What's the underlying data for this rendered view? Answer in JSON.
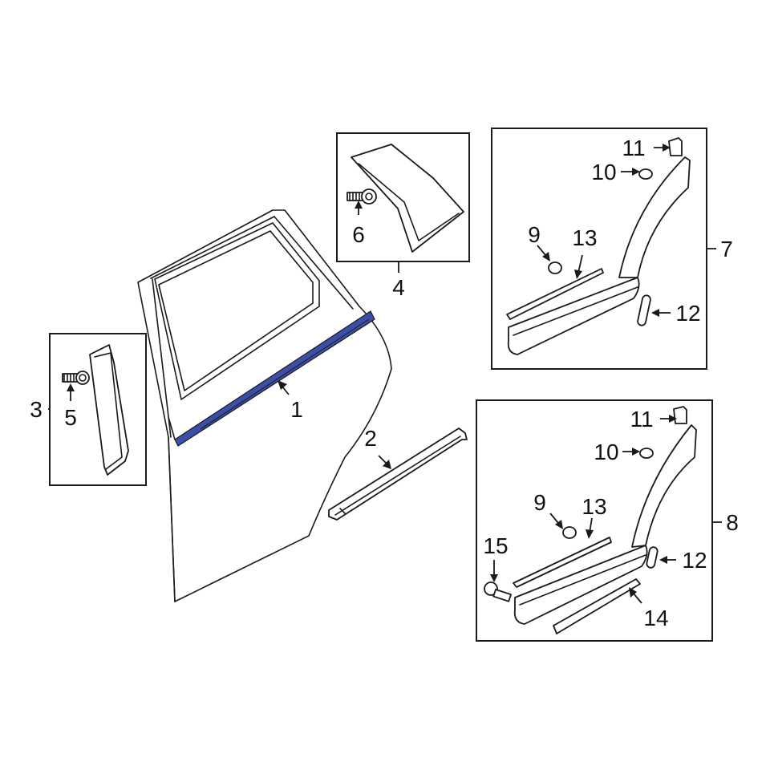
{
  "diagram": {
    "highlight_color": "#3b4fa8",
    "callouts": {
      "c1": "1",
      "c2": "2",
      "c3": "3",
      "c4": "4",
      "c5": "5",
      "c6": "6",
      "c7": "7",
      "c8": "8",
      "c9a": "9",
      "c9b": "9",
      "c10a": "10",
      "c10b": "10",
      "c11a": "11",
      "c11b": "11",
      "c12a": "12",
      "c12b": "12",
      "c13a": "13",
      "c13b": "13",
      "c14": "14",
      "c15": "15"
    }
  }
}
